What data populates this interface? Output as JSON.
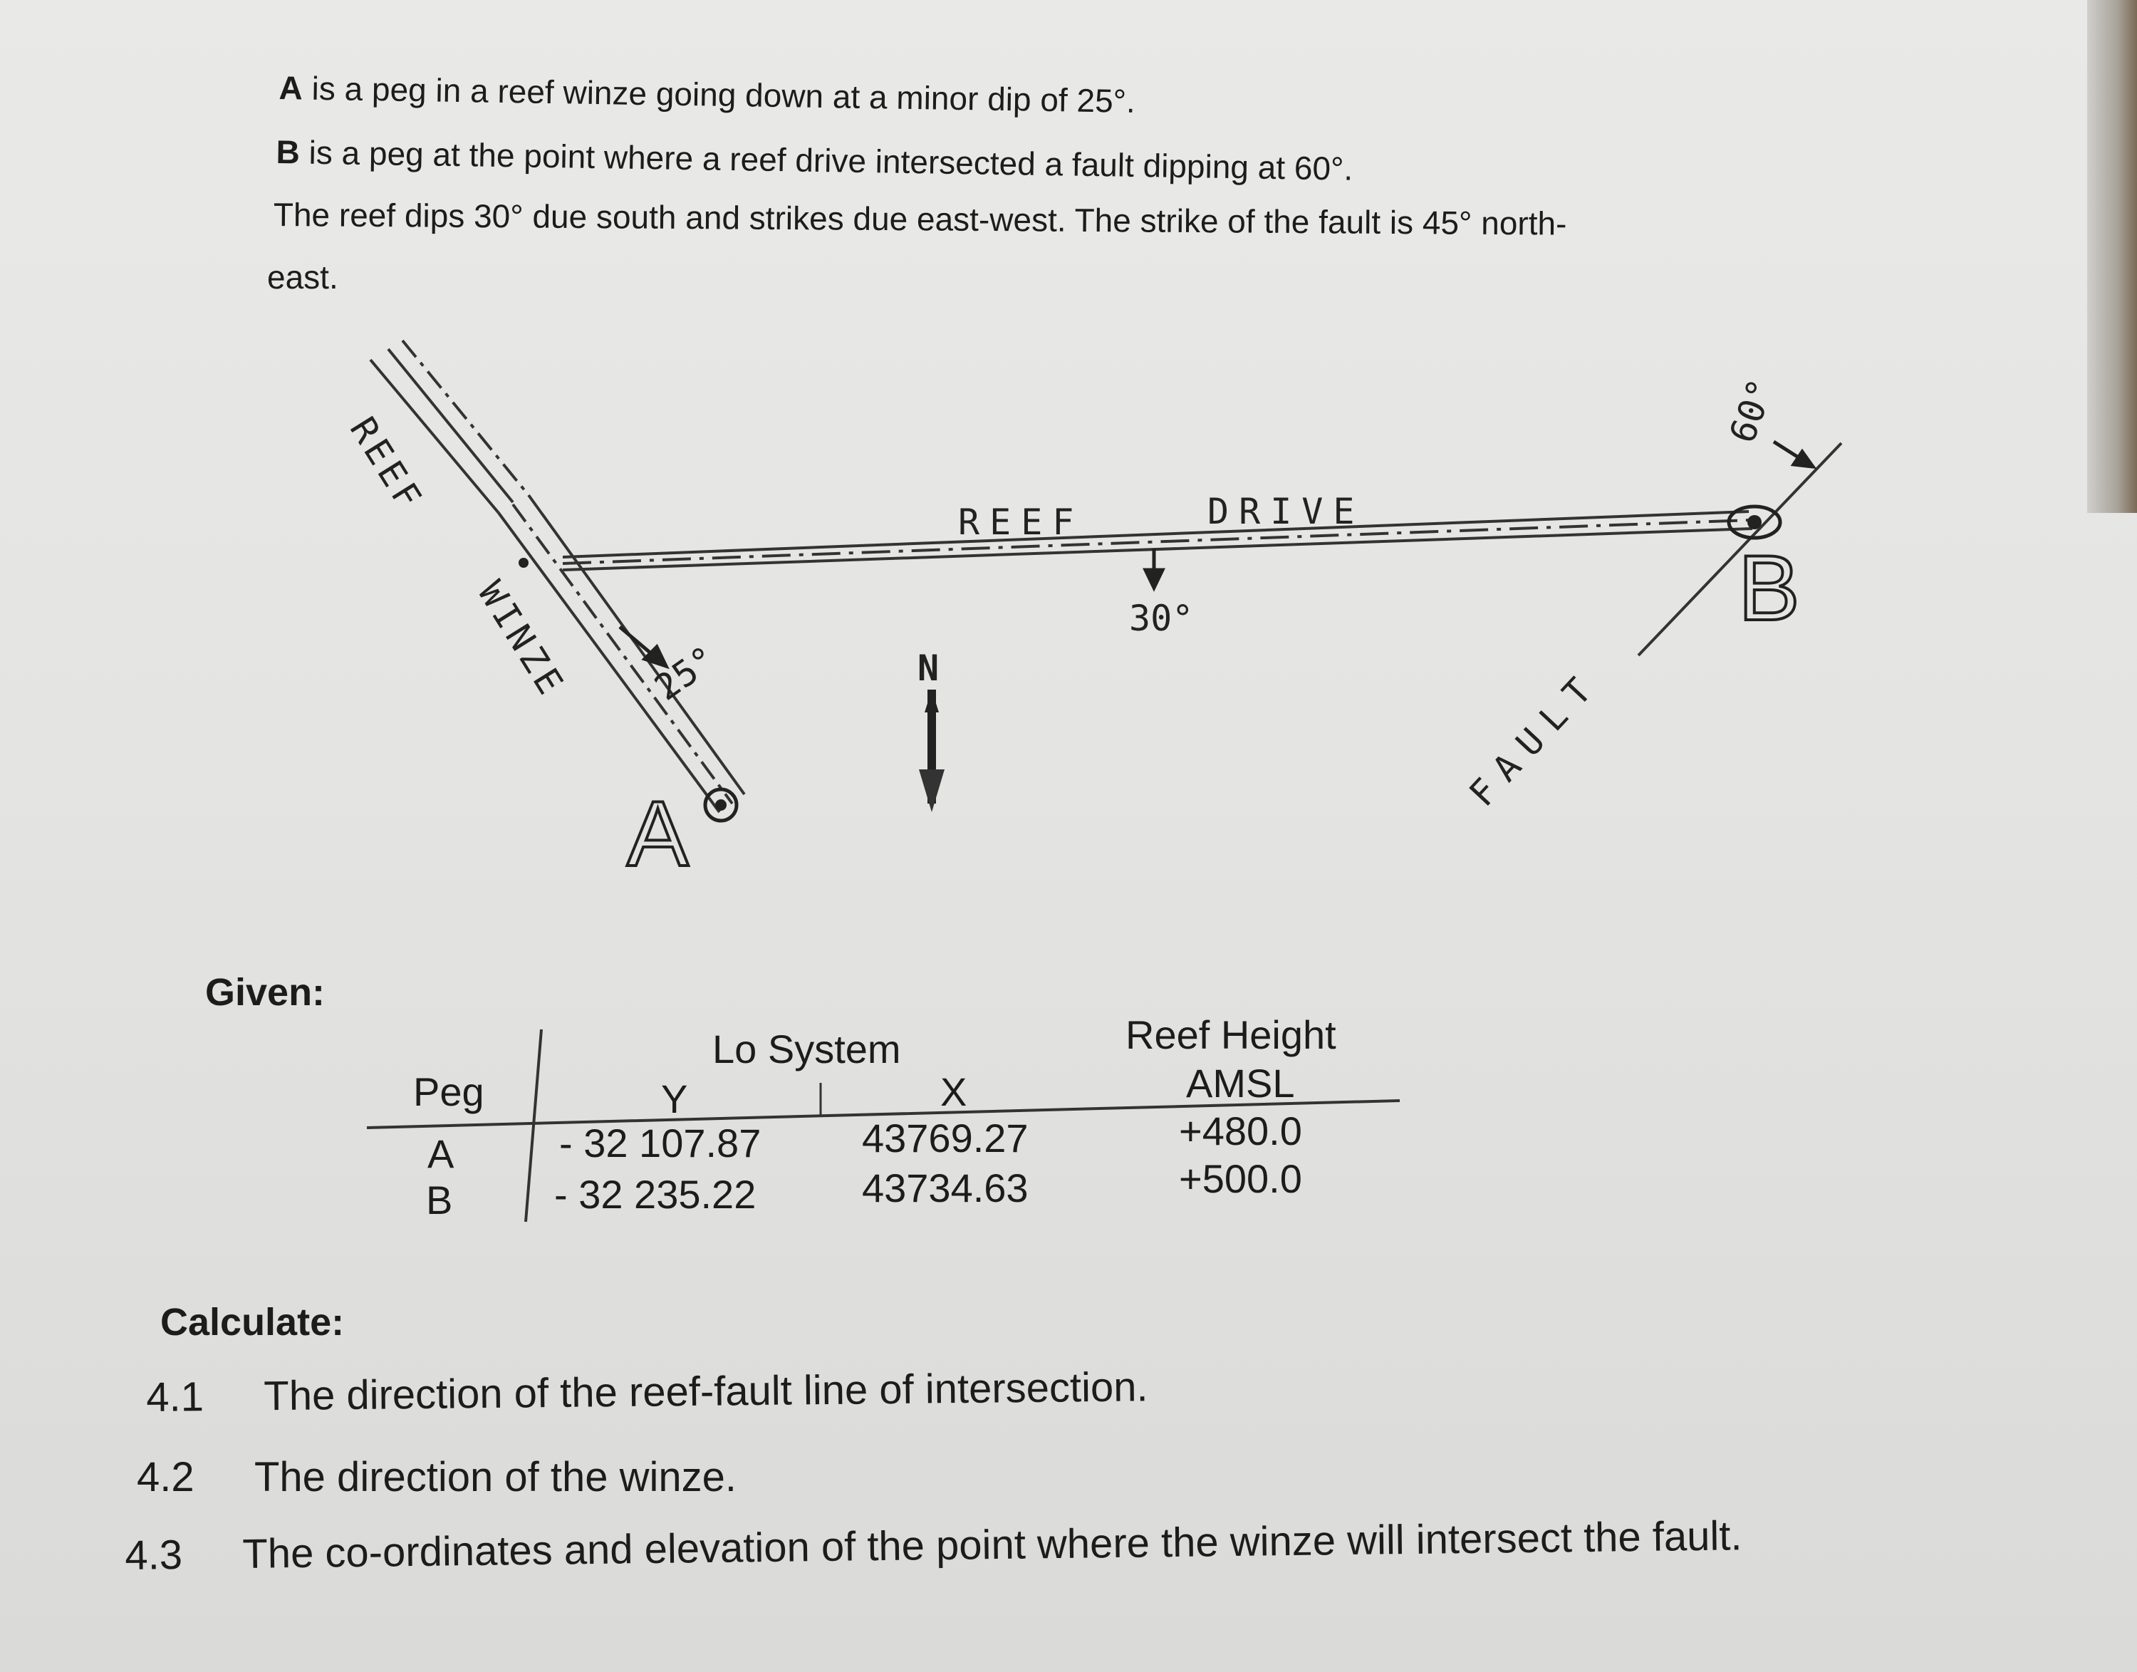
{
  "intro": {
    "line1_bold": "A",
    "line1": " is a peg in a reef winze going down at a minor dip of 25°.",
    "line2_bold": "B",
    "line2": " is a peg at the point where a reef drive intersected a fault dipping at 60°.",
    "line3": "The reef dips 30° due south and strikes due east-west.  The strike of the fault is 45° north-",
    "line4": "east."
  },
  "diagram": {
    "winze_label_1": "REEF",
    "winze_label_2": "WINZE",
    "winze_dip": "25°",
    "drive_label_1": "REEF",
    "drive_label_2": "DRIVE",
    "reef_dip": "30°",
    "north": "N",
    "peg_a": "A",
    "peg_b": "B",
    "fault_label": "FAULT",
    "fault_dip": "60°"
  },
  "given": {
    "heading": "Given:",
    "group_header": "Lo System",
    "height_header_1": "Reef Height",
    "height_header_2": "AMSL",
    "col_peg": "Peg",
    "col_y": "Y",
    "col_x": "X",
    "rows": [
      {
        "peg": "A",
        "y": "- 32 107.87",
        "x": "43769.27",
        "h": "+480.0"
      },
      {
        "peg": "B",
        "y": "- 32 235.22",
        "x": "43734.63",
        "h": "+500.0"
      }
    ]
  },
  "calculate": {
    "heading": "Calculate:",
    "items": [
      {
        "num": "4.1",
        "text": "The direction of the reef-fault line of intersection."
      },
      {
        "num": "4.2",
        "text": "The direction of the winze."
      },
      {
        "num": "4.3",
        "text": "The co-ordinates and elevation of the point where the winze will intersect the fault."
      }
    ]
  }
}
